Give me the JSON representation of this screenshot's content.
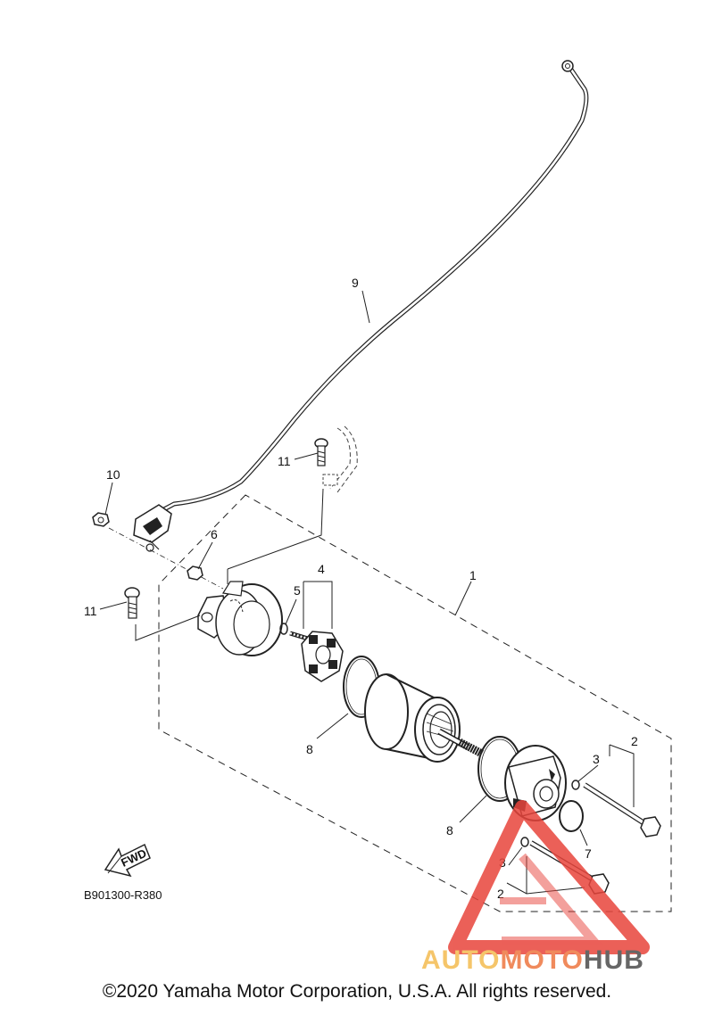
{
  "diagram": {
    "callouts": [
      {
        "id": "c1",
        "label": "1"
      },
      {
        "id": "c2a",
        "label": "2"
      },
      {
        "id": "c2b",
        "label": "2"
      },
      {
        "id": "c3a",
        "label": "3"
      },
      {
        "id": "c3b",
        "label": "3"
      },
      {
        "id": "c4",
        "label": "4"
      },
      {
        "id": "c5",
        "label": "5"
      },
      {
        "id": "c6",
        "label": "6"
      },
      {
        "id": "c7",
        "label": "7"
      },
      {
        "id": "c8a",
        "label": "8"
      },
      {
        "id": "c8b",
        "label": "8"
      },
      {
        "id": "c9",
        "label": "9"
      },
      {
        "id": "c10",
        "label": "10"
      },
      {
        "id": "c11a",
        "label": "11"
      },
      {
        "id": "c11b",
        "label": "11"
      }
    ],
    "fwd_label": "FWD",
    "diagram_code": "B901300-R380"
  },
  "watermark": {
    "part1": "AUTO",
    "part2": "MOTO",
    "part3": "HUB",
    "color_auto": "#f5c56a",
    "color_moto": "#f08a5c",
    "color_hub": "#666666",
    "triangle_color": "#e8453c"
  },
  "footer": {
    "copyright": "©2020 Yamaha Motor Corporation, U.S.A. All rights reserved."
  }
}
